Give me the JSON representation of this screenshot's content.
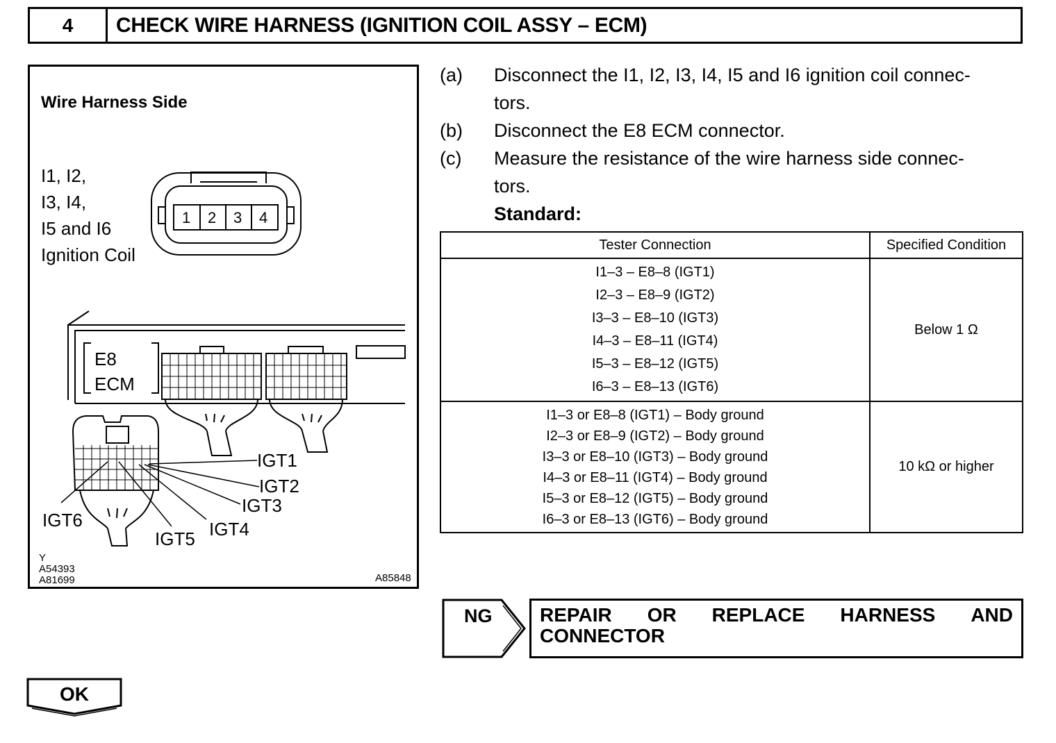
{
  "header": {
    "step_number": "4",
    "title": "CHECK WIRE HARNESS (IGNITION COIL ASSY – ECM)"
  },
  "figure": {
    "title": "Wire Harness Side",
    "coil_label": [
      "I1, I2,",
      "I3, I4,",
      "I5 and I6",
      "Ignition Coil"
    ],
    "coil_pins": [
      "1",
      "2",
      "3",
      "4"
    ],
    "ecm_label": [
      "E8",
      "ECM"
    ],
    "igt_labels": {
      "igt1": "IGT1",
      "igt2": "IGT2",
      "igt3": "IGT3",
      "igt4": "IGT4",
      "igt5": "IGT5",
      "igt6": "IGT6"
    },
    "codes_left": [
      "Y",
      "A54393",
      "A81699"
    ],
    "code_right": "A85848"
  },
  "steps": [
    {
      "label": "(a)",
      "text": "Disconnect the I1, I2, I3, I4, I5 and I6 ignition coil connec-",
      "text2": "tors."
    },
    {
      "label": "(b)",
      "text": "Disconnect the E8 ECM connector."
    },
    {
      "label": "(c)",
      "text": "Measure the resistance of the wire harness side connec-",
      "text2": "tors."
    }
  ],
  "standard_label": "Standard:",
  "table": {
    "headers": [
      "Tester Connection",
      "Specified Condition"
    ],
    "rows": [
      {
        "connections": [
          "I1–3 – E8–8 (IGT1)",
          "I2–3 – E8–9 (IGT2)",
          "I3–3 – E8–10 (IGT3)",
          "I4–3 – E8–11 (IGT4)",
          "I5–3 – E8–12 (IGT5)",
          "I6–3 – E8–13 (IGT6)"
        ],
        "condition": "Below 1 Ω"
      },
      {
        "connections": [
          "I1–3 or E8–8 (IGT1) – Body ground",
          "I2–3 or E8–9 (IGT2) – Body ground",
          "I3–3 or E8–10 (IGT3) – Body ground",
          "I4–3 or E8–11 (IGT4) – Body ground",
          "I5–3 or E8–12 (IGT5) – Body ground",
          "I6–3 or E8–13 (IGT6) – Body ground"
        ],
        "condition": "10 kΩ or higher"
      }
    ]
  },
  "ng": {
    "label": "NG",
    "action_line1": [
      "REPAIR",
      "OR",
      "REPLACE",
      "HARNESS",
      "AND"
    ],
    "action_line2": "CONNECTOR"
  },
  "ok": {
    "label": "OK"
  }
}
